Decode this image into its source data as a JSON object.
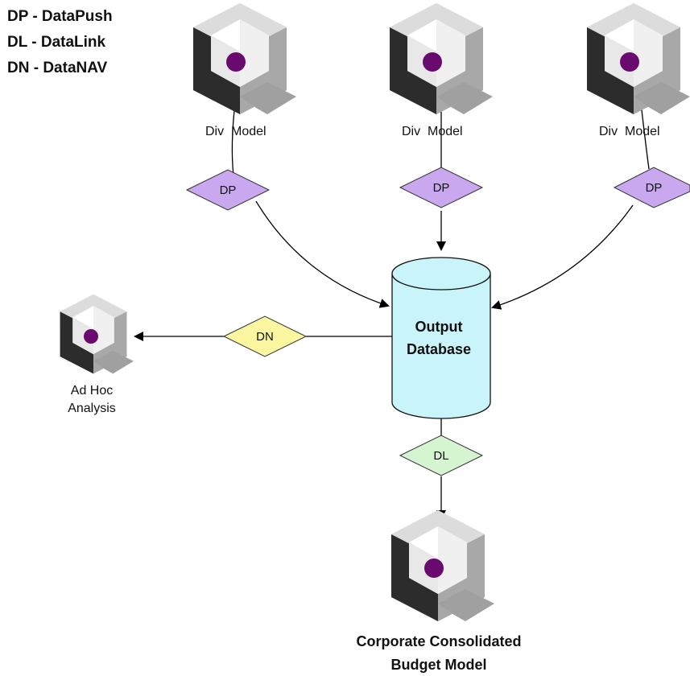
{
  "legend": [
    "DP - DataPush",
    "DL - DataLink",
    "DN - DataNAV"
  ],
  "nodes": {
    "div_model_1": {
      "label": "Div  Model"
    },
    "div_model_2": {
      "label": "Div  Model"
    },
    "div_model_3": {
      "label": "Div  Model"
    },
    "output_database": {
      "label_line1": "Output",
      "label_line2": "Database"
    },
    "ad_hoc": {
      "label_line1": "Ad Hoc",
      "label_line2": "Analysis"
    },
    "corporate": {
      "label_line1": "Corporate Consolidated",
      "label_line2": "Budget Model"
    }
  },
  "connectors": {
    "dp1": "DP",
    "dp2": "DP",
    "dp3": "DP",
    "dn": "DN",
    "dl": "DL"
  },
  "colors": {
    "dp_fill": "#c9a8f0",
    "dn_fill": "#fdf6a0",
    "dl_fill": "#d4f5d0",
    "database_fill": "#c8f4fa",
    "icon_dot": "#6b0a6e"
  }
}
